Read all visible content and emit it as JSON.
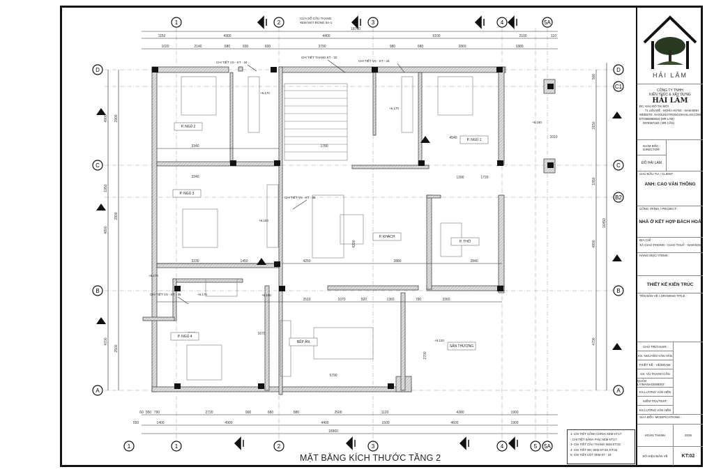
{
  "drawing_title": "MẶT BẰNG KÍCH THƯỚC TẦNG 2",
  "grid": {
    "vertical": [
      "1",
      "2",
      "3",
      "4",
      "5",
      "5A"
    ],
    "horizontal": [
      "D",
      "C1",
      "C",
      "B2",
      "B",
      "A"
    ]
  },
  "dimensions": {
    "top_total": "18760",
    "top_main": [
      "1150",
      "4900",
      "4400",
      "6100",
      "2100",
      "110"
    ],
    "top_detail": [
      "1020",
      "2140",
      "680",
      "930",
      "600",
      "3790",
      "980",
      "680",
      "2860",
      "1880"
    ],
    "bottom_detail": [
      "60",
      "950",
      "790",
      "2720",
      "900",
      "680",
      "880",
      "2500",
      "1120",
      "4380",
      "1900"
    ],
    "bottom_main": [
      "550",
      "1400",
      "4900",
      "4400",
      "1500",
      "4600",
      "1900"
    ],
    "bottom_total": "18960",
    "left": [
      "4900",
      "1950",
      "4800",
      "4700",
      "2900",
      "2800",
      "2500"
    ],
    "right": [
      "3150",
      "1950",
      "4800",
      "4700",
      "16450",
      "500"
    ],
    "interior": [
      "3340",
      "3340",
      "3230",
      "1450",
      "4250",
      "2880",
      "2840",
      "2510",
      "1070",
      "820",
      "1360",
      "790",
      "3360",
      "5790",
      "2910",
      "1670",
      "1780",
      "1390",
      "1720",
      "4540",
      "2700",
      "4200",
      "1010"
    ]
  },
  "rooms": [
    "P. NGỦ 2",
    "P. NGỦ 3",
    "P. NGỦ 4",
    "P. KHÁCH",
    "P. THỜ",
    "BẾP ĂN",
    "SÂN THƯỢNG",
    "P. NGỦ 1"
  ],
  "levels": [
    "+6.170",
    "+6.170",
    "+6.150",
    "+6.150",
    "+6.170",
    "+6.170",
    "+6.120",
    "+6.150"
  ],
  "callouts": {
    "stair_window": "CỬA SỔ CẦU THANG",
    "stair_window_ref": "XEM MẶT ĐỨNG 5A-1",
    "stair_detail": "CHI TIẾT THANG KT - 32",
    "wc_detail_1": "CHI TIẾT VS - KT - 34",
    "wc_detail_2": "CHI TIẾT VS - KT - 34",
    "wc_detail_3": "CHI TIẾT VS - KT - 35",
    "wc_detail_4": "CHI TIẾT VS - KT - 35"
  },
  "notes": [
    "1- CHI TIẾT SẢNH CHÍNH XEM KT:17",
    "- CHI TIẾT SẢNH PHỤ XEM KT:17",
    "3- CHI TIẾT CẦU THANG XEM KT:32",
    "4- CHI TIẾT  WC XEM KT:33, KT:34",
    "5- CHI TIẾT CỘT XEM KT : 19"
  ],
  "title_block": {
    "logo_text": "HẢI LÂM",
    "company_line1": "CÔNG TY TNHH",
    "company_line2": "KIẾN TRÚC  &  XÂY DỰNG",
    "company_name": "HẢI LÂM",
    "address_1": "ĐC:  KHU ĐÔ THỊ MỚI",
    "address_2": "71 LIỄU ĐỀ - NGHĨA HƯNG - NAM ĐỊNH",
    "website": "WEBSITE :XAYDUNGTRONGOIHAILAM.COM",
    "phone_1": "ĐT:0968968618 (MR LAM)",
    "phone_2": "0978367182 ( MR CẦN)",
    "director_label": "GIÁM ĐỐC :",
    "director_label_en": "DIRECTOR:",
    "director_name": "ĐỖ HẢI LAM",
    "client_label": "CHỦ ĐẦU TƯ / CLIENT:",
    "client_name": "ANH: CAO VĂN THÔNG",
    "project_label": "CÔNG TRÌNH / PROJECT :",
    "project_name": "NHÀ Ở KẾT HỢP BÁCH HOÁ",
    "address_label": "ĐỊA CHỈ :",
    "project_address": "XÃ GIAO PHONG - GIAO THUỶ - NAM ĐỊNH",
    "items_label": "HẠNG MỤC/ ITEMS :",
    "item_name": "THIẾT KẾ KIẾN TRÚC",
    "drawing_title_label": "TÊN BẢN VẼ / DRAWING TITLE :",
    "chair_label": "CHỦ TRÌ/CHAIR:",
    "chair_name": "KS. NGUYỄN VĂN HẢN",
    "design_label": "THIẾT KẾ - VẼ/DRAW:",
    "design_name": "KS. VŨ THANH CẦN",
    "management_label": "QUẢN LÝ/MANAGEMENT:",
    "management_name": "KS.LƯƠNG VĂN HẾN",
    "check_label": "KIỂM TRA/TEST:",
    "check_name": "KS.LƯƠNG VĂN HẾN",
    "modifications_label": "SỬA ĐỔI / MODIFICATIONS :",
    "completed_label": "HOÀN THÀNH",
    "completed_year": "2025",
    "sheet_no_label": "SỐ HIỆU BẢN VẼ",
    "sheet_no": "KT:02"
  }
}
